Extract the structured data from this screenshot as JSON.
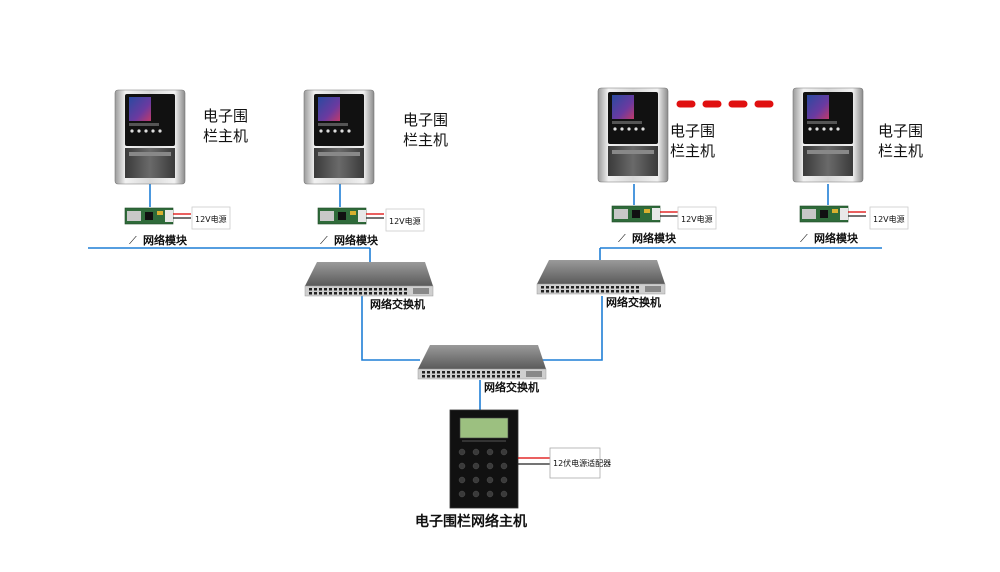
{
  "fence_hosts": [
    {
      "label_line1": "电子围",
      "label_line2": "栏主机"
    },
    {
      "label_line1": "电子围",
      "label_line2": "栏主机"
    },
    {
      "label_line1": "电子围",
      "label_line2": "栏主机"
    },
    {
      "label_line1": "电子围",
      "label_line2": "栏主机"
    }
  ],
  "network_modules": [
    {
      "label": "网络模块",
      "power_label": "12V电源"
    },
    {
      "label": "网络模块",
      "power_label": "12V电源"
    },
    {
      "label": "网络模块",
      "power_label": "12V电源"
    },
    {
      "label": "网络模块",
      "power_label": "12V电源"
    }
  ],
  "switches": [
    {
      "label": "网络交换机"
    },
    {
      "label": "网络交换机"
    },
    {
      "label": "网络交换机"
    }
  ],
  "network_host": {
    "label": "电子围栏网络主机",
    "power_label": "12伏电源适配器"
  },
  "colors": {
    "network_line": "#1f7fd6",
    "dash_red": "#e01010",
    "device_dark": "#1a1a1a"
  }
}
